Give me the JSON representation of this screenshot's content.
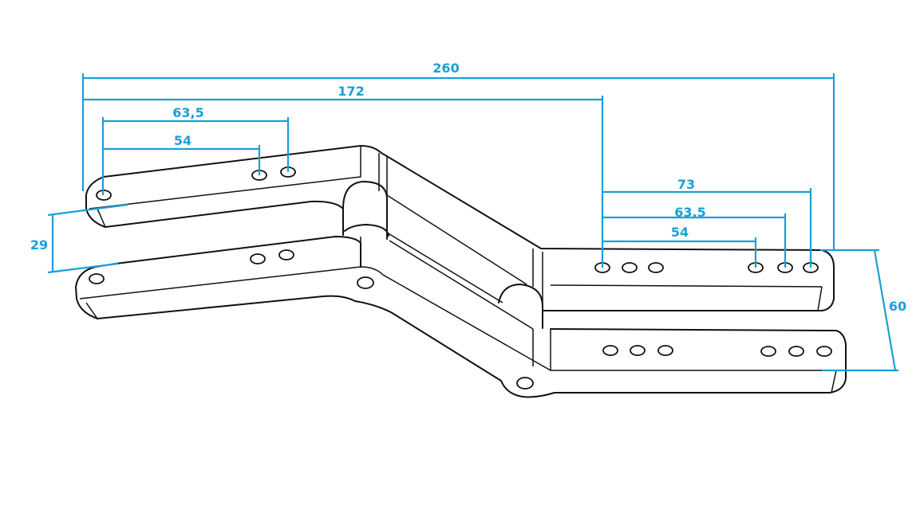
{
  "drawing": {
    "dim_color": "#1a9fd8",
    "dimensions": {
      "overall_length": "260",
      "to_center_length": "172",
      "left_outer_hole": "63,5",
      "left_inner_hole": "54",
      "right_outer_hole": "73",
      "right_middle_hole": "63,5",
      "right_inner_hole": "54",
      "left_gap": "29",
      "right_height": "60"
    }
  }
}
